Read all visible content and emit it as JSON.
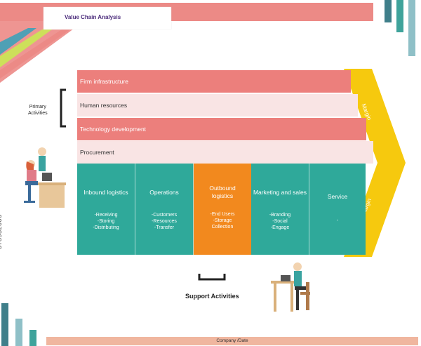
{
  "header": {
    "title": "Value Chain Analysis"
  },
  "labels": {
    "primary_activities": [
      "Primary",
      "Activities"
    ],
    "support_activities": "Support Activities",
    "margin_top": "Margin",
    "margin_bottom": "Margin",
    "footer": "Company /Date",
    "stock_id": "378932006"
  },
  "support_rows": [
    {
      "label": "Firm infrastructure"
    },
    {
      "label": "Human resources"
    },
    {
      "label": "Technology development"
    },
    {
      "label": "Procurement"
    }
  ],
  "primary": [
    {
      "title": "Inbound logistics",
      "details": [
        "-Receiving",
        "-Storing",
        "-Distributing"
      ]
    },
    {
      "title": "Operations",
      "details": [
        "-Customers",
        "-Resources",
        "-Transfer"
      ]
    },
    {
      "title": "Outbound logistics",
      "details": [
        "-End Users",
        "-Storage",
        "Collection"
      ]
    },
    {
      "title": "Marketing and sales",
      "details": [
        "-Branding",
        "-Social",
        "-Engage"
      ]
    },
    {
      "title": "Service",
      "details": [
        "-"
      ]
    }
  ],
  "colors": {
    "red": "#ec7f7c",
    "pink": "#f9e4e4",
    "teal": "#2fa99a",
    "orange": "#f2891e",
    "yellow": "#f6c90e"
  }
}
